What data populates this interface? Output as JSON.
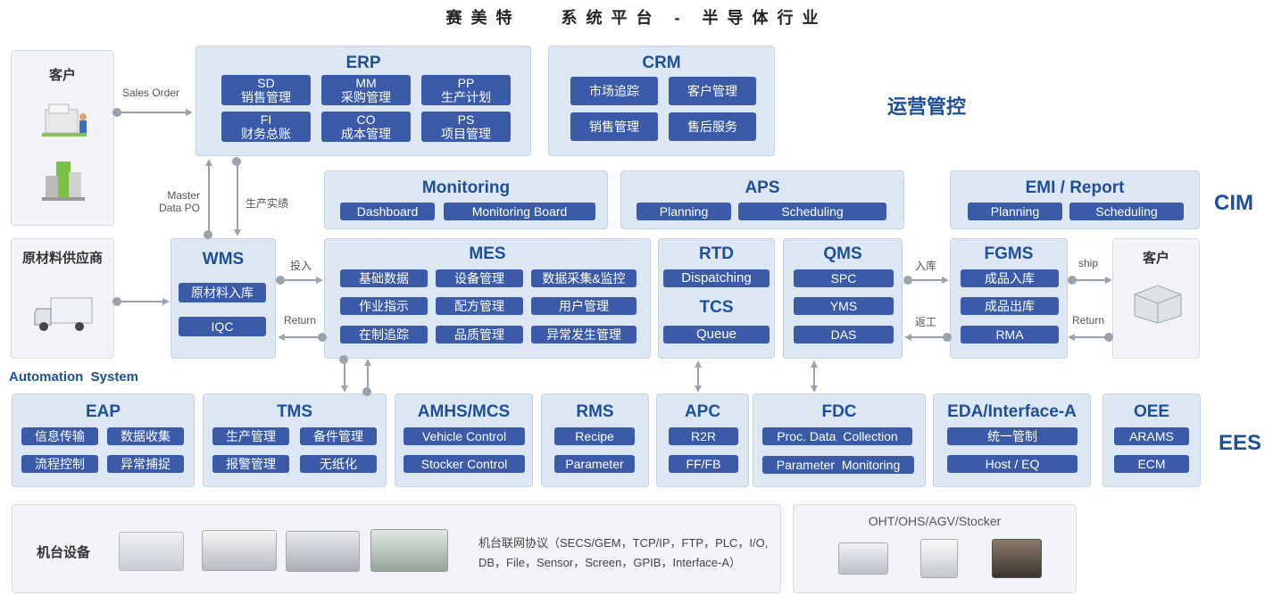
{
  "title": "赛美特   系统平台 - 半导体行业",
  "layers": {
    "ops": "运营管控",
    "cim": "CIM",
    "ees": "EES"
  },
  "automation_label": "Automation  System",
  "customer_left": {
    "title": "客户"
  },
  "supplier": {
    "title": "原材料供应商"
  },
  "customer_right": {
    "title": "客户"
  },
  "erp": {
    "title": "ERP",
    "items": [
      "SD\n销售管理",
      "MM\n采购管理",
      "PP\n生产计划",
      "FI\n财务总账",
      "CO\n成本管理",
      "PS\n项目管理"
    ]
  },
  "crm": {
    "title": "CRM",
    "items": [
      "市场追踪",
      "客户管理",
      "销售管理",
      "售后服务"
    ]
  },
  "monitoring": {
    "title": "Monitoring",
    "items": [
      "Dashboard",
      "Monitoring Board"
    ]
  },
  "aps": {
    "title": "APS",
    "items": [
      "Planning",
      "Scheduling"
    ]
  },
  "emi": {
    "title": "EMI / Report",
    "items": [
      "Planning",
      "Scheduling"
    ]
  },
  "wms": {
    "title": "WMS",
    "items": [
      "原材料入库",
      "IQC"
    ]
  },
  "mes": {
    "title": "MES",
    "items": [
      "基础数据",
      "设备管理",
      "数据采集&监控",
      "作业指示",
      "配方管理",
      "用户管理",
      "在制追踪",
      "品质管理",
      "异常发生管理"
    ]
  },
  "rtd": {
    "title": "RTD",
    "item": "Dispatching",
    "title2": "TCS",
    "item2": "Queue"
  },
  "qms": {
    "title": "QMS",
    "items": [
      "SPC",
      "YMS",
      "DAS"
    ]
  },
  "fgms": {
    "title": "FGMS",
    "items": [
      "成品入库",
      "成品出库",
      "RMA"
    ]
  },
  "eap": {
    "title": "EAP",
    "items": [
      "信息传输",
      "数据收集",
      "流程控制",
      "异常捕捉"
    ]
  },
  "tms": {
    "title": "TMS",
    "items": [
      "生产管理",
      "备件管理",
      "报警管理",
      "无纸化"
    ]
  },
  "amhs": {
    "title": "AMHS/MCS",
    "items": [
      "Vehicle Control",
      "Stocker Control"
    ]
  },
  "rms": {
    "title": "RMS",
    "items": [
      "Recipe",
      "Parameter"
    ]
  },
  "apc": {
    "title": "APC",
    "items": [
      "R2R",
      "FF/FB"
    ]
  },
  "fdc": {
    "title": "FDC",
    "items": [
      "Proc. Data  Collection",
      "Parameter  Monitoring"
    ]
  },
  "eda": {
    "title": "EDA/Interface-A",
    "items": [
      "统一管制",
      "Host / EQ"
    ]
  },
  "oee": {
    "title": "OEE",
    "items": [
      "ARAMS",
      "ECM"
    ]
  },
  "labels": {
    "sales_order": "Sales Order",
    "master_po": "Master\nData PO",
    "production_result": "生产实绩",
    "input": "投入",
    "return_left": "Return",
    "warehouse_in": "入库",
    "rework": "返工",
    "ship": "ship",
    "return_right": "Return"
  },
  "equipment": {
    "title": "机台设备",
    "protocols": "机台联网协议（SECS/GEM，TCP/IP，FTP，PLC，I/O,\nDB，File，Sensor，Screen，GPIB，Interface-A）"
  },
  "transport": {
    "title": "OHT/OHS/AGV/Stocker"
  },
  "colors": {
    "accent": "#1f4e9a",
    "button": "#3b5aa8",
    "panel": "#dde7f3"
  }
}
